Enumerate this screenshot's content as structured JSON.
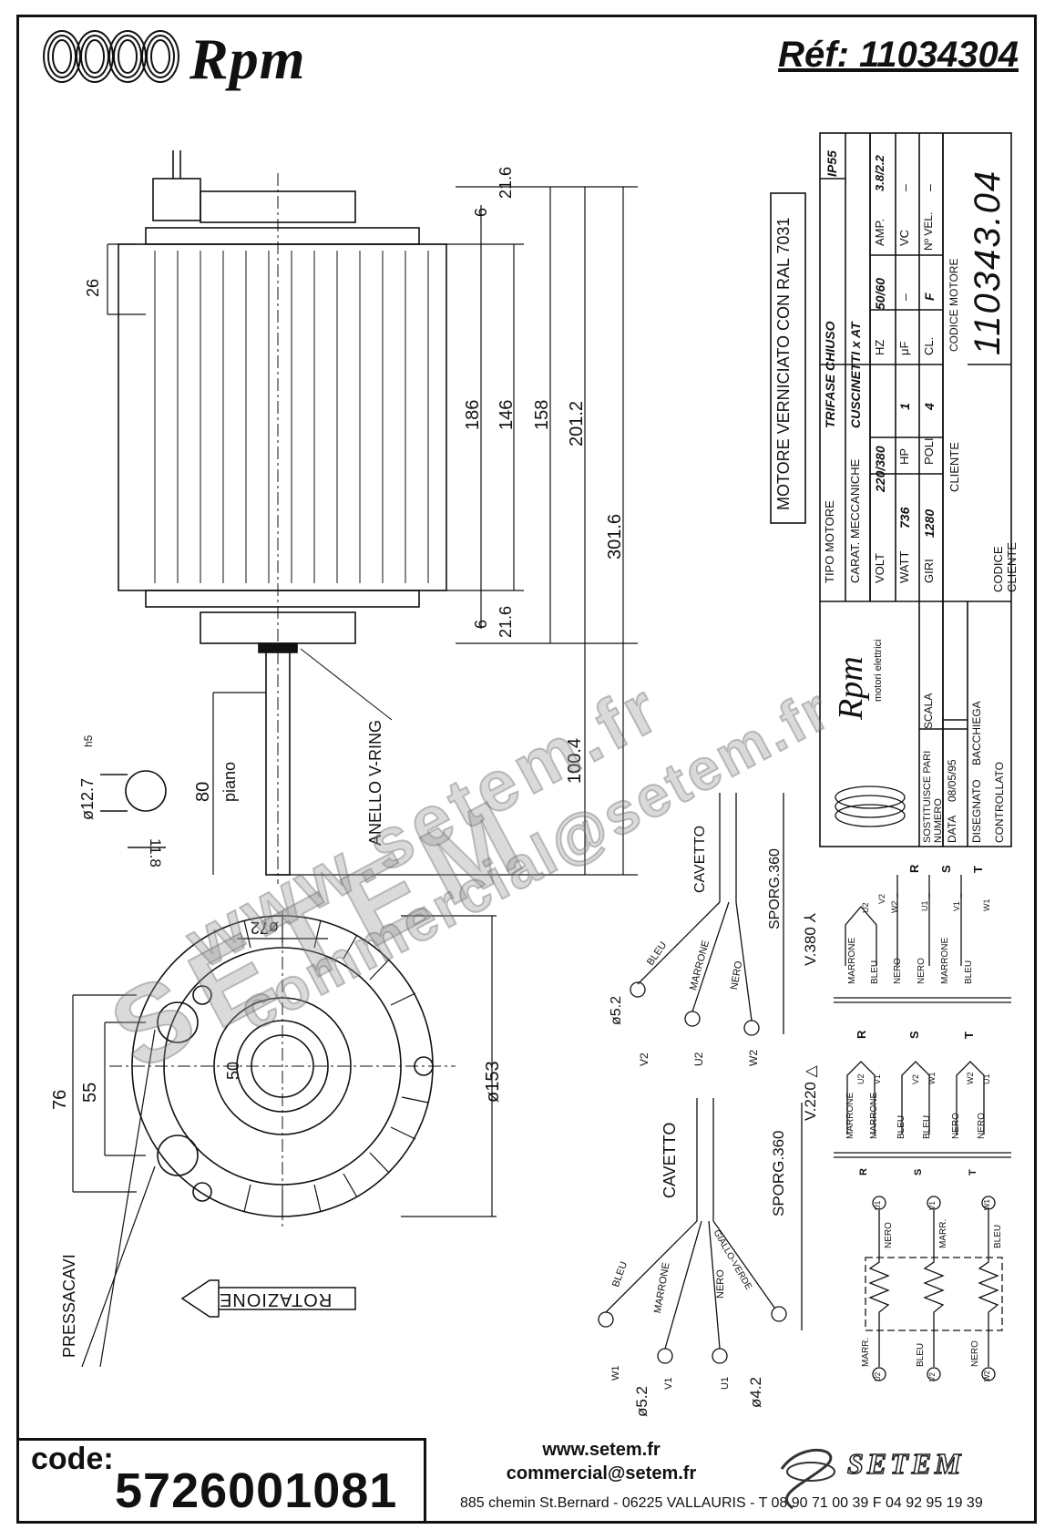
{
  "header": {
    "brand": "Rpm",
    "reference": "Réf: 11034304"
  },
  "drawing": {
    "dimensions_side": [
      "21.6",
      "6",
      "186",
      "146",
      "158",
      "201.2",
      "301.6",
      "6",
      "21.6",
      "100.4",
      "26",
      "80"
    ],
    "shaft_labels": {
      "piano": "piano",
      "diameter": "ø12.7",
      "tolerance": "h5",
      "flat": "11.8",
      "v_ring": "ANELLO V-RING"
    },
    "front_view": {
      "bolt_circle": "ø72",
      "outer_diameter": "ø153",
      "dim_76": "76",
      "dim_55": "55",
      "dim_50": "50",
      "pressacavi": "PRESSACAVI",
      "rotation": "ROTAZIONE"
    },
    "paint_note": "MOTORE VERNICIATO CON RAL 7031"
  },
  "title_block": {
    "tipo_motore_label": "TIPO MOTORE",
    "tipo_motore_value": "TRIFASE CHIUSO",
    "ip": "IP55",
    "carat_label": "CARAT. MECCANICHE",
    "carat_value": "CUSCINETTI x AT",
    "volt_label": "VOLT",
    "volt_value": "220/380",
    "hz_label": "HZ",
    "hz_value": "50/60",
    "amp_label": "AMP.",
    "amp_value": "3.8/2.2",
    "watt_label": "WATT",
    "watt_value": "736",
    "hp_label": "HP",
    "hp_value": "1",
    "uf_label": "μF",
    "uf_value": "–",
    "vc_label": "VC",
    "vc_value": "–",
    "giri_label": "GIRI",
    "giri_value": "1280",
    "poli_label": "POLI",
    "poli_value": "4",
    "cl_label": "CL.",
    "cl_value": "F",
    "nvel_label": "Nº VEL.",
    "nvel_value": "–",
    "cliente_label": "CLIENTE",
    "codice_motore_label": "CODICE MOTORE",
    "codice_motore_value": "110343.04",
    "codice_cliente_label": "CODICE CLIENTE",
    "sostituisce_label": "SOSTITUISCE PARI NUMERO",
    "scala_label": "SCALA",
    "data_label": "DATA",
    "data_value": "08/05/95",
    "disegnato_label": "DISEGNATO",
    "disegnato_value": "BACCHIEGA",
    "controllato_label": "CONTROLLATO",
    "maker_brand": "Rpm",
    "maker_sub": "motori elettrici"
  },
  "wiring": {
    "cable_top": "CAVETTO",
    "sporg_top": "SPORG.360",
    "hole_top": "ø5.2",
    "wires_top": [
      "BLEU",
      "MARRONE",
      "NERO"
    ],
    "terminals_top": [
      "V2",
      "U2",
      "W2"
    ],
    "v380": "V.380 ⅄",
    "v220": "V.220 △",
    "phases": [
      "R",
      "S",
      "T"
    ],
    "v380_wires": [
      "MARRONE",
      "BLEU",
      "NERO",
      "NERO",
      "MARRONE",
      "BLEU"
    ],
    "v380_terms": [
      "U2",
      "V2",
      "W2",
      "U1",
      "V1",
      "W1"
    ],
    "v220_wires": [
      "MARRONE",
      "MARRONE",
      "BLEU",
      "BLEU",
      "NERO",
      "NERO"
    ],
    "v220_terms": [
      "U2",
      "V1",
      "V2",
      "W1",
      "W2",
      "U1"
    ],
    "cable_bottom": "CAVETTO",
    "sporg_bottom": "SPORG.360",
    "wires_bottom": [
      "BLEU",
      "MARRONE",
      "NERO",
      "GIALLO-VERDE"
    ],
    "terminals_bottom": [
      "W1",
      "V1",
      "U1"
    ],
    "hole_bottom_a": "ø5.2",
    "hole_bottom_b": "ø4.2",
    "schematic_top": [
      "NERO",
      "MARR.",
      "BLEU"
    ],
    "schematic_top_terms": [
      "U1",
      "V1",
      "W1"
    ],
    "schematic_bottom": [
      "MARR.",
      "BLEU",
      "NERO"
    ],
    "schematic_bottom_terms": [
      "U2",
      "V2",
      "W2"
    ]
  },
  "watermarks": {
    "site": "www.setem.fr",
    "brand": "SETEM",
    "email": "commercial@setem.fr"
  },
  "footer": {
    "code_label": "code:",
    "code_value": "5726001081",
    "web": "www.setem.fr",
    "email": "commercial@setem.fr",
    "address": "885 chemin St.Bernard  -  06225 VALLAURIS  -  T 08 90 71 00 39   F 04 92 95 19 39",
    "company": "SETEM"
  }
}
